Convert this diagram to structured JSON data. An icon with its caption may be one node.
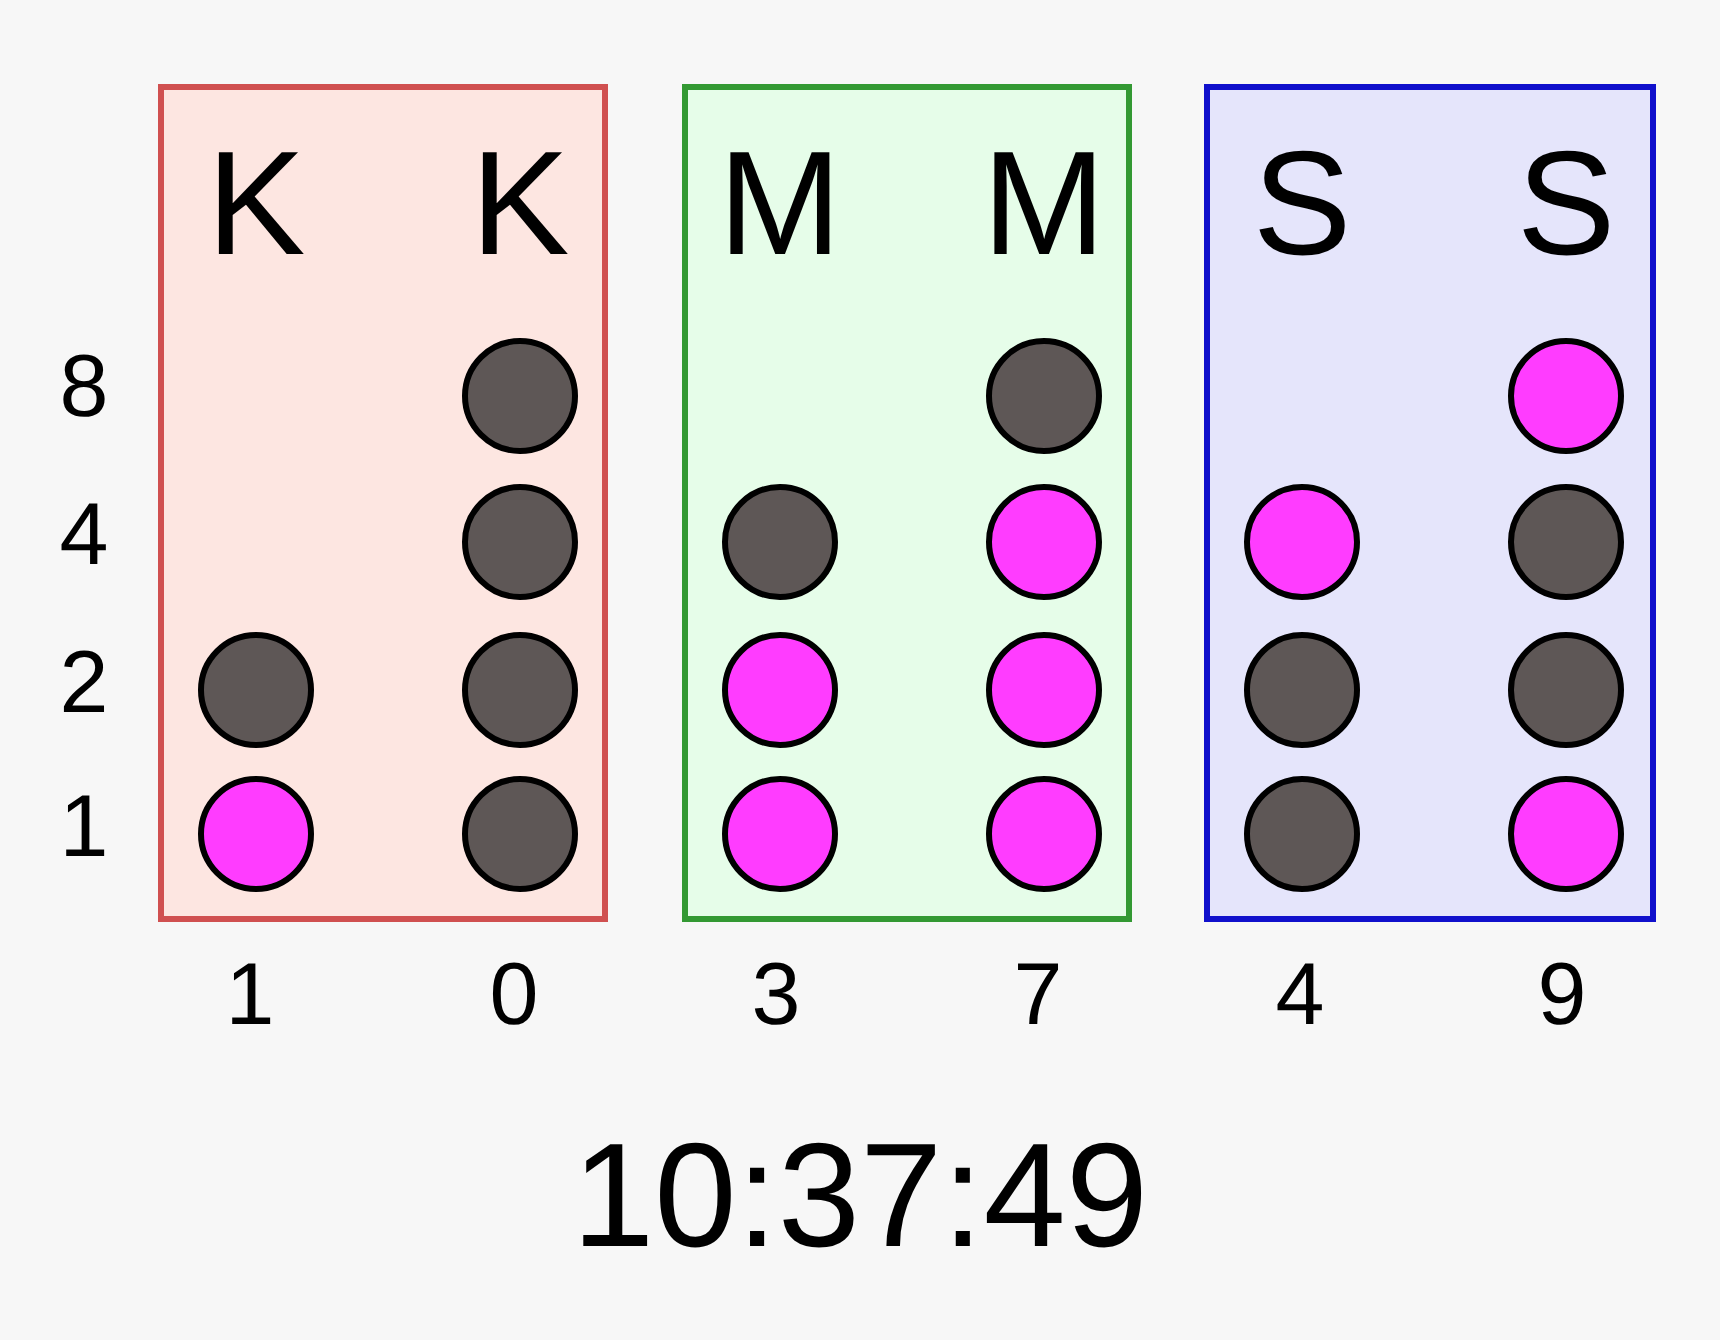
{
  "diagram": {
    "caption": "10:37:49",
    "nodes": [
      {
        "text": [
          "K",
          "K"
        ]
      },
      {
        "text": [],
        "shape": "circle",
        "in": 0
      },
      {
        "text": [],
        "shape": "circle",
        "in": 0
      },
      {
        "text": [],
        "shape": "circle",
        "in": 0
      },
      {
        "text": [],
        "shape": "circle",
        "in": 0
      },
      {
        "text": [],
        "shape": "circle",
        "in": 0
      },
      {
        "text": [],
        "shape": "circle",
        "in": 0
      },
      {
        "text": [
          "M",
          "M"
        ]
      },
      {
        "text": [],
        "shape": "circle",
        "in": 7
      },
      {
        "text": [],
        "shape": "circle",
        "in": 7
      },
      {
        "text": [],
        "shape": "circle",
        "in": 7
      },
      {
        "text": [],
        "shape": "circle",
        "in": 7
      },
      {
        "text": [],
        "shape": "circle",
        "in": 7
      },
      {
        "text": [],
        "shape": "circle",
        "in": 7
      },
      {
        "text": [],
        "shape": "circle",
        "in": 7
      },
      {
        "text": [
          "S",
          "S"
        ]
      },
      {
        "text": [],
        "shape": "circle",
        "in": 15
      },
      {
        "text": [],
        "shape": "circle",
        "in": 15
      },
      {
        "text": [],
        "shape": "circle",
        "in": 15
      },
      {
        "text": [],
        "shape": "circle",
        "in": 15
      },
      {
        "text": [],
        "shape": "circle",
        "in": 15
      },
      {
        "text": [],
        "shape": "circle",
        "in": 15
      },
      {
        "text": [],
        "shape": "circle",
        "in": 15
      }
    ],
    "edges": [],
    "labels": [
      "8",
      "4",
      "2",
      "1",
      "1",
      "0",
      "3",
      "7",
      "4",
      "9"
    ]
  }
}
